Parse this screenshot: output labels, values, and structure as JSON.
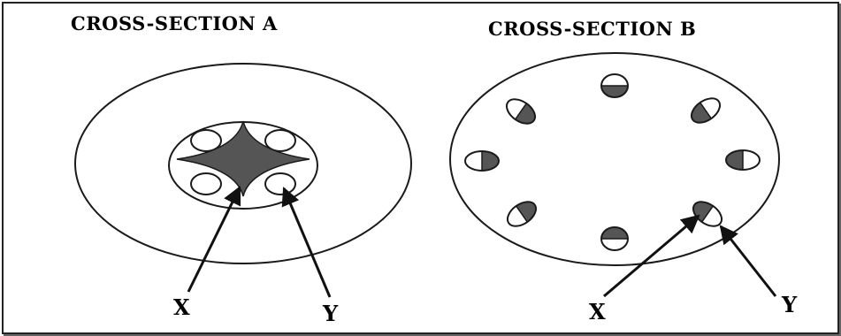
{
  "cross_section_a": {
    "title": "CROSS-SECTION A",
    "label_x": "X",
    "label_y": "Y"
  },
  "cross_section_b": {
    "title": "CROSS-SECTION B",
    "label_x": "X",
    "label_y": "Y"
  },
  "colors": {
    "line": "#1a1a1a",
    "fill_dark": "#555555",
    "background": "#ffffff"
  }
}
